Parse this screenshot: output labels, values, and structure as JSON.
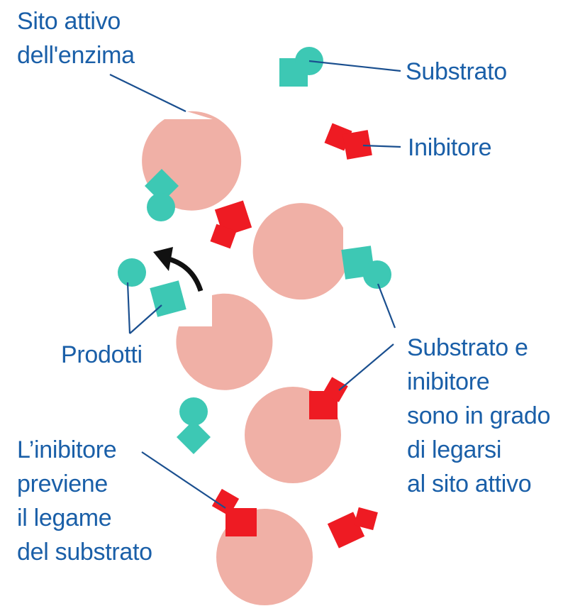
{
  "labels": {
    "enzyme_active_site": [
      "Sito attivo",
      "dell'enzima"
    ],
    "substrate": "Substrato",
    "inhibitor": "Inibitore",
    "products": "Prodotti",
    "both_bind": [
      "Substrato e",
      "inibitore",
      "sono in grado",
      "di legarsi",
      "al sito attivo"
    ],
    "inhibitor_prevents": [
      "L’inibitore",
      "previene",
      "il legame",
      "del substrato"
    ]
  },
  "colors": {
    "enzyme": "#f0b0a6",
    "substrate": "#3dc8b4",
    "inhibitor": "#ee1b23",
    "text": "#1a5fa8",
    "arrow": "#111111"
  }
}
